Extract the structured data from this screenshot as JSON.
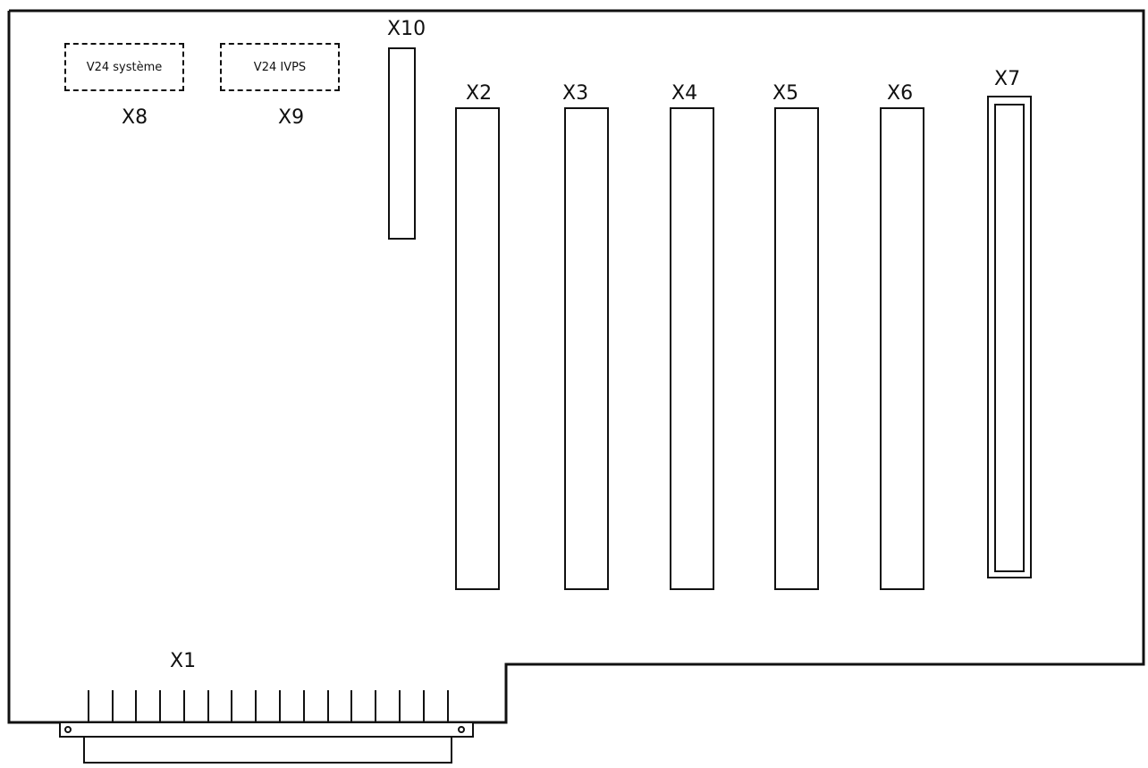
{
  "diagram": {
    "type": "circuit-board-connector-layout",
    "colors": {
      "line": "#111111",
      "background": "#ffffff"
    },
    "connectors": [
      {
        "id": "X1",
        "label": "X1",
        "kind": "edge-connector",
        "pins": 16
      },
      {
        "id": "X2",
        "label": "X2",
        "kind": "slot"
      },
      {
        "id": "X3",
        "label": "X3",
        "kind": "slot"
      },
      {
        "id": "X4",
        "label": "X4",
        "kind": "slot"
      },
      {
        "id": "X5",
        "label": "X5",
        "kind": "slot"
      },
      {
        "id": "X6",
        "label": "X6",
        "kind": "slot"
      },
      {
        "id": "X7",
        "label": "X7",
        "kind": "double-outline-slot"
      },
      {
        "id": "X8",
        "label": "X8",
        "kind": "dashed-port",
        "text": "V24 système"
      },
      {
        "id": "X9",
        "label": "X9",
        "kind": "dashed-port",
        "text": "V24 IVPS"
      },
      {
        "id": "X10",
        "label": "X10",
        "kind": "short-slot"
      }
    ]
  }
}
